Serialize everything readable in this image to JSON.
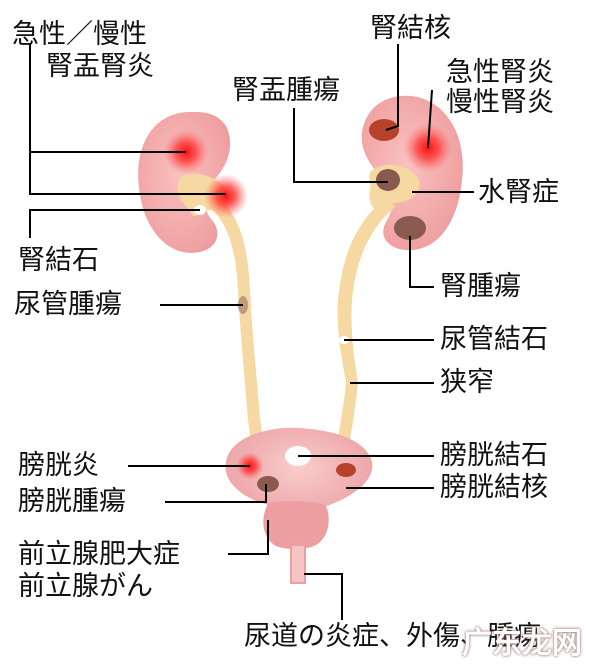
{
  "labels": {
    "acute_chronic_pyelo_1": "急性／慢性",
    "acute_chronic_pyelo_2": "腎盂腎炎",
    "kidney_stone": "腎結石",
    "ureter_tumor": "尿管腫瘍",
    "renal_tb": "腎結核",
    "renal_pelvis_tumor": "腎盂腫瘍",
    "nephritis_1": "急性腎炎",
    "nephritis_2": "慢性腎炎",
    "hydronephrosis": "水腎症",
    "kidney_tumor": "腎腫瘍",
    "ureter_stone": "尿管結石",
    "stricture": "狭窄",
    "cystitis": "膀胱炎",
    "bladder_tumor": "膀胱腫瘍",
    "bladder_stone": "膀胱結石",
    "bladder_tb": "膀胱結核",
    "bph": "前立腺肥大症",
    "prostate_cancer": "前立腺がん",
    "urethritis": "尿道の炎症、外傷、腫瘍"
  },
  "watermark": "广东龙网",
  "colors": {
    "organ": "#f3a9a9",
    "organ_dark": "#e07f85",
    "ureter": "#f6d9a2",
    "inflammation": "#ff1a1a",
    "tumor": "#8a5a4e",
    "tb": "#b6422a",
    "line": "#000000"
  }
}
